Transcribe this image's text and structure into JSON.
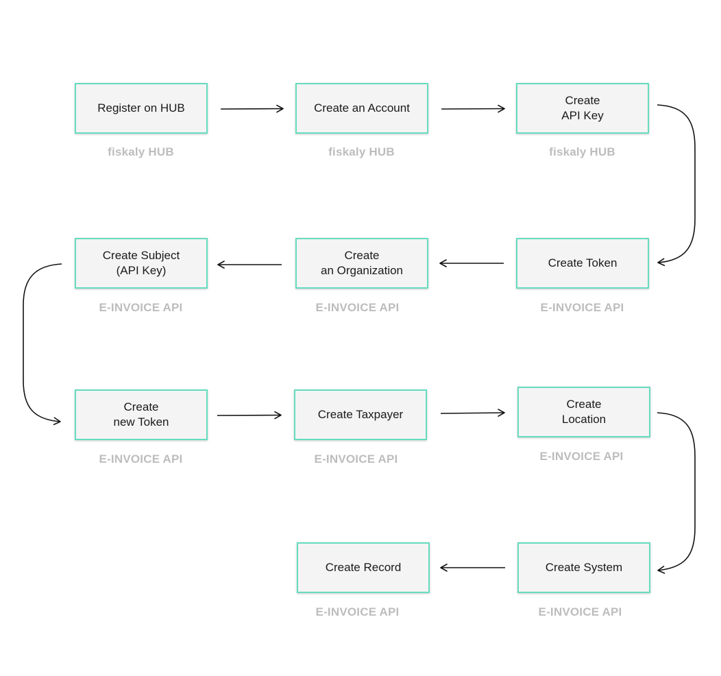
{
  "diagram": {
    "steps": [
      {
        "label": "Register on HUB",
        "caption": "fiskaly HUB"
      },
      {
        "label": "Create an Account",
        "caption": "fiskaly HUB"
      },
      {
        "label": "Create\nAPI Key",
        "caption": "fiskaly HUB"
      },
      {
        "label": "Create Token",
        "caption": "E-INVOICE API"
      },
      {
        "label": "Create\nan Organization",
        "caption": "E-INVOICE API"
      },
      {
        "label": "Create Subject\n(API Key)",
        "caption": "E-INVOICE API"
      },
      {
        "label": "Create\nnew Token",
        "caption": "E-INVOICE API"
      },
      {
        "label": "Create Taxpayer",
        "caption": "E-INVOICE API"
      },
      {
        "label": "Create\nLocation",
        "caption": "E-INVOICE API"
      },
      {
        "label": "Create System",
        "caption": "E-INVOICE API"
      },
      {
        "label": "Create Record",
        "caption": "E-INVOICE API"
      }
    ],
    "colors": {
      "box_border": "#66dcbf",
      "box_fill": "#f4f4f4",
      "caption_text": "#bdbdbd",
      "arrow": "#111111"
    }
  }
}
